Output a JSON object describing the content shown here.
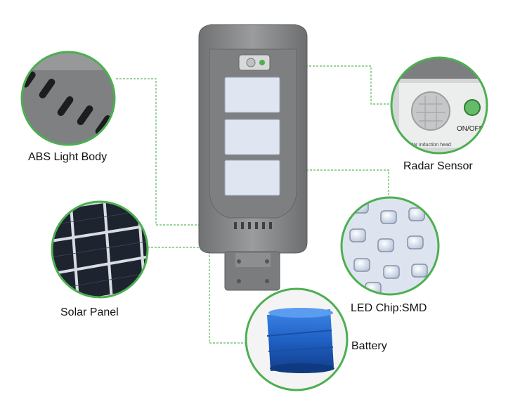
{
  "labels": {
    "abs_body": "ABS Light Body",
    "radar_sensor": "Radar Sensor",
    "solar_panel": "Solar Panel",
    "led_chip": "LED Chip:SMD",
    "battery": "Battery"
  },
  "sensor": {
    "switch_text": "ON/OFF",
    "head_text": "radar induction head"
  },
  "colors": {
    "callout_ring": "#4caf50",
    "leader_line": "#5cb85c",
    "lamp_body": "#8a8c8e",
    "led_panel": "#dfe6f2",
    "battery": "#1e63c9"
  }
}
